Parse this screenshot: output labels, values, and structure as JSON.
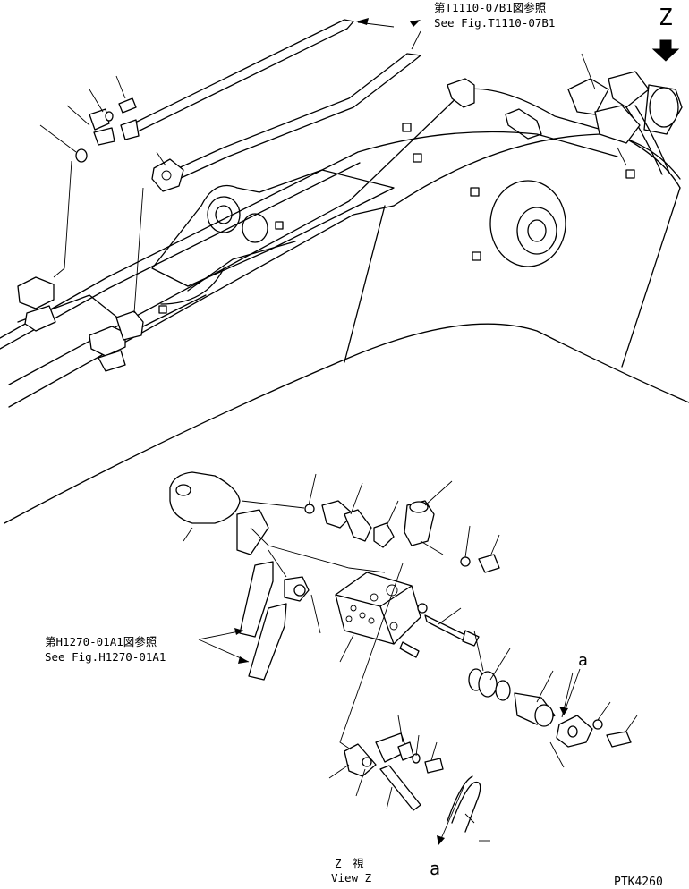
{
  "references": {
    "top_jp": "第T1110-07B1図参照",
    "top_en": "See Fig.T1110-07B1",
    "left_jp": "第H1270-01A1図参照",
    "left_en": "See Fig.H1270-01A1"
  },
  "view": {
    "letter": "Z",
    "caption_jp": "Z　視",
    "caption_en": "View Z"
  },
  "section_marks": {
    "top": "a",
    "bottom": "a"
  },
  "drawing_id": "PTK4260"
}
